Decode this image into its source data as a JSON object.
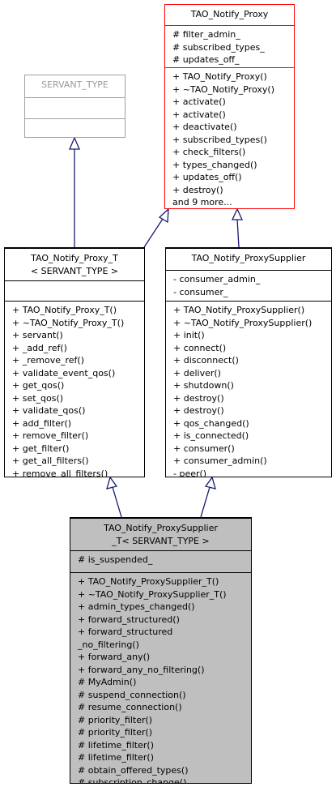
{
  "diagram": {
    "classes": {
      "proxy": {
        "title": [
          "TAO_Notify_Proxy"
        ],
        "attributes": [
          "# filter_admin_",
          "# subscribed_types_",
          "# updates_off_"
        ],
        "methods": [
          "+ TAO_Notify_Proxy()",
          "+ ~TAO_Notify_Proxy()",
          "+ activate()",
          "+ activate()",
          "+ deactivate()",
          "+ subscribed_types()",
          "+ check_filters()",
          "+ types_changed()",
          "+ updates_off()",
          "+ destroy()",
          "and 9 more..."
        ]
      },
      "servant": {
        "title": [
          "SERVANT_TYPE"
        ],
        "attributes": [],
        "methods": []
      },
      "proxy_t": {
        "title": [
          "TAO_Notify_Proxy_T",
          "< SERVANT_TYPE >"
        ],
        "attributes": [],
        "methods": [
          "+ TAO_Notify_Proxy_T()",
          "+ ~TAO_Notify_Proxy_T()",
          "+ servant()",
          "+ _add_ref()",
          "+ _remove_ref()",
          "+ validate_event_qos()",
          "+ get_qos()",
          "+ set_qos()",
          "+ validate_qos()",
          "+ add_filter()",
          "+ remove_filter()",
          "+ get_filter()",
          "+ get_all_filters()",
          "+ remove_all_filters()"
        ]
      },
      "proxy_supplier": {
        "title": [
          "TAO_Notify_ProxySupplier"
        ],
        "attributes": [
          "- consumer_admin_",
          "- consumer_"
        ],
        "methods": [
          "+ TAO_Notify_ProxySupplier()",
          "+ ~TAO_Notify_ProxySupplier()",
          "+ init()",
          "+ connect()",
          "+ disconnect()",
          "+ deliver()",
          "+ shutdown()",
          "+ destroy()",
          "+ destroy()",
          "+ qos_changed()",
          "+ is_connected()",
          "+ consumer()",
          "+ consumer_admin()",
          "- peer()"
        ]
      },
      "proxy_supplier_t": {
        "title": [
          "TAO_Notify_ProxySupplier",
          "_T< SERVANT_TYPE >"
        ],
        "attributes": [
          "# is_suspended_"
        ],
        "methods": [
          "+ TAO_Notify_ProxySupplier_T()",
          "+ ~TAO_Notify_ProxySupplier_T()",
          "+ admin_types_changed()",
          "+ forward_structured()",
          "+ forward_structured",
          "_no_filtering()",
          "+ forward_any()",
          "+ forward_any_no_filtering()",
          "# MyAdmin()",
          "# suspend_connection()",
          "# resume_connection()",
          "# priority_filter()",
          "# priority_filter()",
          "# lifetime_filter()",
          "# lifetime_filter()",
          "# obtain_offered_types()",
          "# subscription_change()"
        ]
      }
    }
  }
}
